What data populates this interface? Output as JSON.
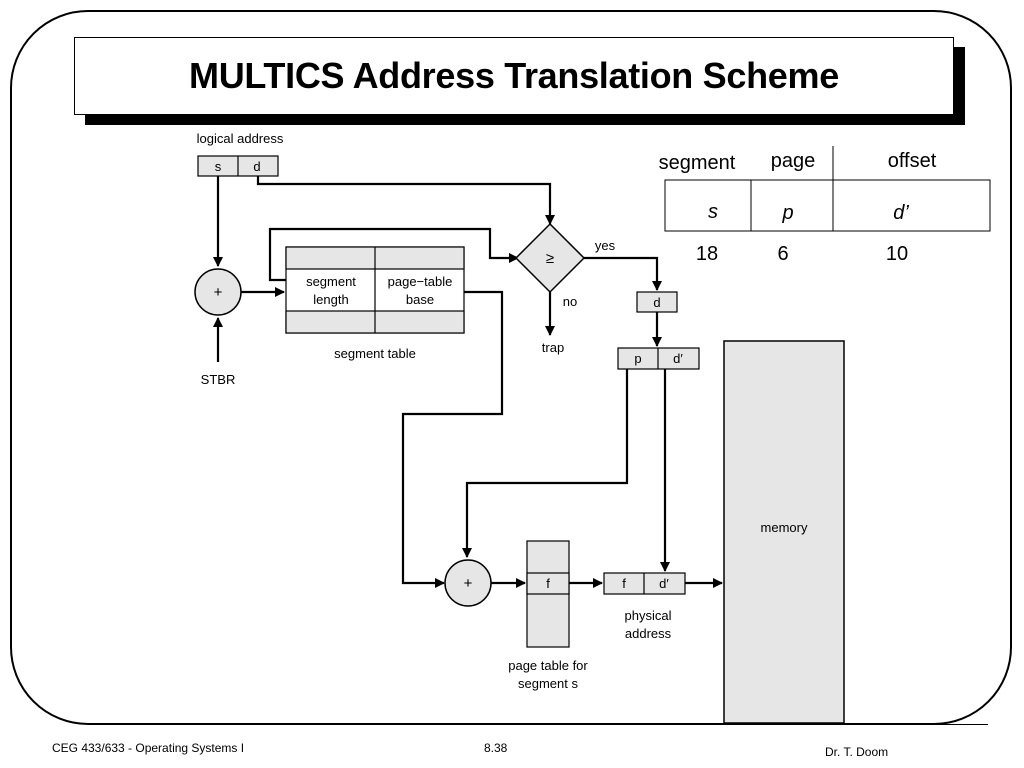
{
  "title": "MULTICS Address Translation Scheme",
  "diagram": {
    "logical_address_label": "logical address",
    "s_cell": "s",
    "d_cell": "d",
    "plus_symbol": "+",
    "stbr_label": "STBR",
    "segment_table": {
      "col1_line1": "segment",
      "col1_line2": "length",
      "col2_line1": "page−table",
      "col2_line2": "base",
      "caption": "segment table"
    },
    "compare_symbol": "≥",
    "yes_label": "yes",
    "no_label": "no",
    "trap_label": "trap",
    "d_box": "d",
    "p_cell": "p",
    "d_prime_cell": "d′",
    "f_cell": "f",
    "page_table_caption_line1": "page table for",
    "page_table_caption_line2": "segment s",
    "physical_address_line1": "physical",
    "physical_address_line2": "address",
    "memory_label": "memory"
  },
  "offset_table": {
    "headers": [
      "segment",
      "page",
      "offset"
    ],
    "symbols": [
      "s",
      "p",
      "d’"
    ],
    "values": [
      "18",
      "6",
      "10"
    ]
  },
  "footer": {
    "course": "CEG 433/633 - Operating Systems I",
    "slide_number": "8.38",
    "author": "Dr. T. Doom"
  }
}
